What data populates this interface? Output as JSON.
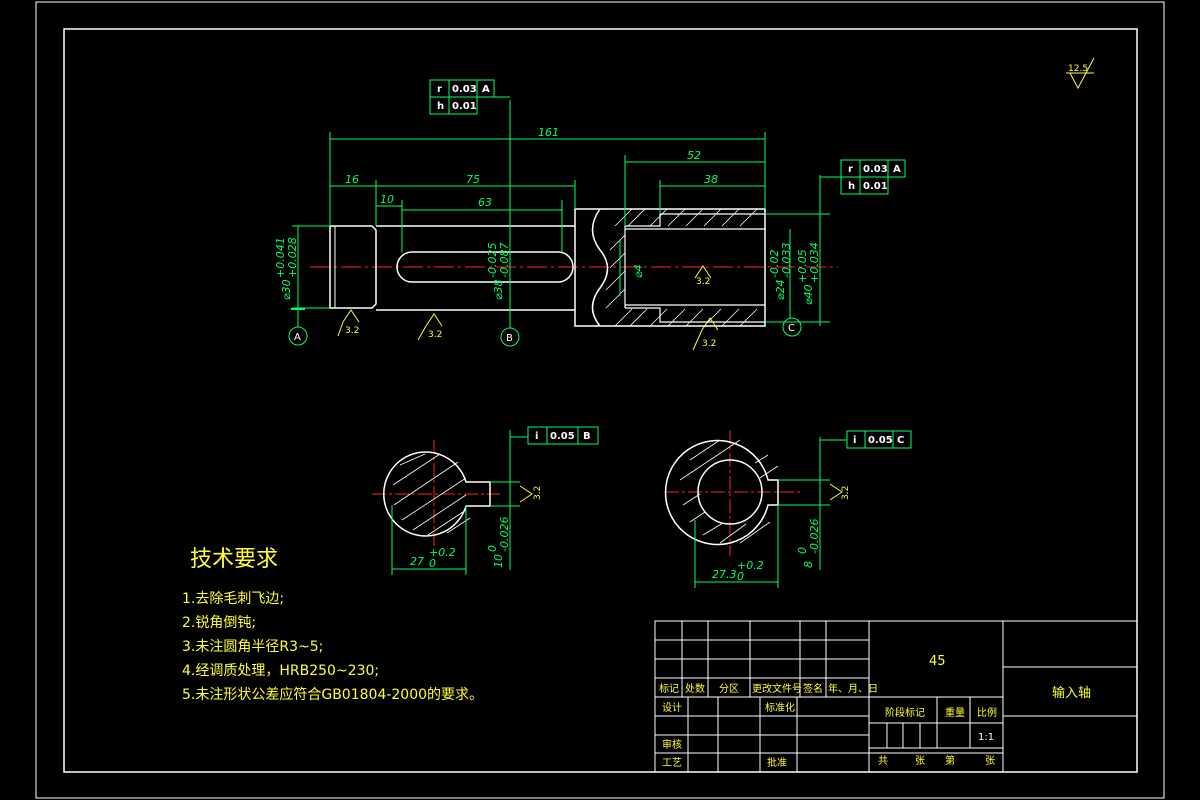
{
  "roughness_general": "12.5",
  "tech_req": {
    "title": "技术要求",
    "items": [
      "1.去除毛刺飞边;",
      "2.锐角倒钝;",
      "3.未注圆角半径R3~5;",
      "4.经调质处理，HRB250~230;",
      "5.未注形状公差应符合GB01804-2000的要求。"
    ]
  },
  "dims": {
    "total": "161",
    "d16": "16",
    "d75": "75",
    "d10": "10",
    "d63": "63",
    "d52": "52",
    "d38": "38",
    "dia30": "⌀30",
    "dia30_tol_up": "+0.041",
    "dia30_tol_lo": "+0.028",
    "dia38": "⌀38",
    "dia38_tol_up": "-0.025",
    "dia38_tol_lo": "-0.087",
    "dia4": "⌀4",
    "dia24": "⌀24",
    "dia24_tol_up": "-0.02",
    "dia24_tol_lo": "-0.033",
    "dia40": "⌀40",
    "dia40_tol_up": "+0.05",
    "dia40_tol_lo": "+0.034",
    "sec_b_w": "27",
    "sec_b_tol_up": "+0.2",
    "sec_b_tol_lo": "0",
    "sec_b_key": "10",
    "sec_b_key_tol_up": "0",
    "sec_b_key_tol_lo": "-0.026",
    "sec_c_w": "27.3",
    "sec_c_tol_up": "+0.2",
    "sec_c_tol_lo": "0",
    "sec_c_key": "8",
    "sec_c_key_tol_up": "0",
    "sec_c_key_tol_lo": "-0.026"
  },
  "roughness": {
    "r1": "3.2",
    "r2": "3.2",
    "r3": "3.2",
    "r4": "3.2",
    "r5": "3.2",
    "r6": "3.2"
  },
  "datums": {
    "a": "A",
    "b": "B",
    "c": "C"
  },
  "fcf_left": {
    "sym1": "r",
    "val1": "0.03",
    "ref1": "A",
    "sym2": "h",
    "val2": "0.01"
  },
  "fcf_right": {
    "sym1": "r",
    "val1": "0.03",
    "ref1": "A",
    "sym2": "h",
    "val2": "0.01"
  },
  "fcf_sec_b": {
    "sym": "i",
    "val": "0.05",
    "ref": "B"
  },
  "fcf_sec_c": {
    "sym": "i",
    "val": "0.05",
    "ref": "C"
  },
  "title_block": {
    "material": "45",
    "part_name": "输入轴",
    "h_mark": "标记",
    "h_count": "处数",
    "h_zone": "分区",
    "h_doc": "更改文件号",
    "h_sign": "签名",
    "h_date": "年、月、日",
    "design": "设计",
    "standard": "标准化",
    "stage": "阶段标记",
    "weight": "重量",
    "scale": "比例",
    "scale_val": "1:1",
    "review": "审核",
    "process": "工艺",
    "approve": "批准",
    "total": "共",
    "sheet": "张",
    "no": "第",
    "sheet2": "张"
  },
  "colors": {
    "outline": "#ffffff",
    "dimension": "#00ff66",
    "centerline": "#ff2222",
    "hatch": "#ffffff",
    "text": "#ffff33"
  }
}
